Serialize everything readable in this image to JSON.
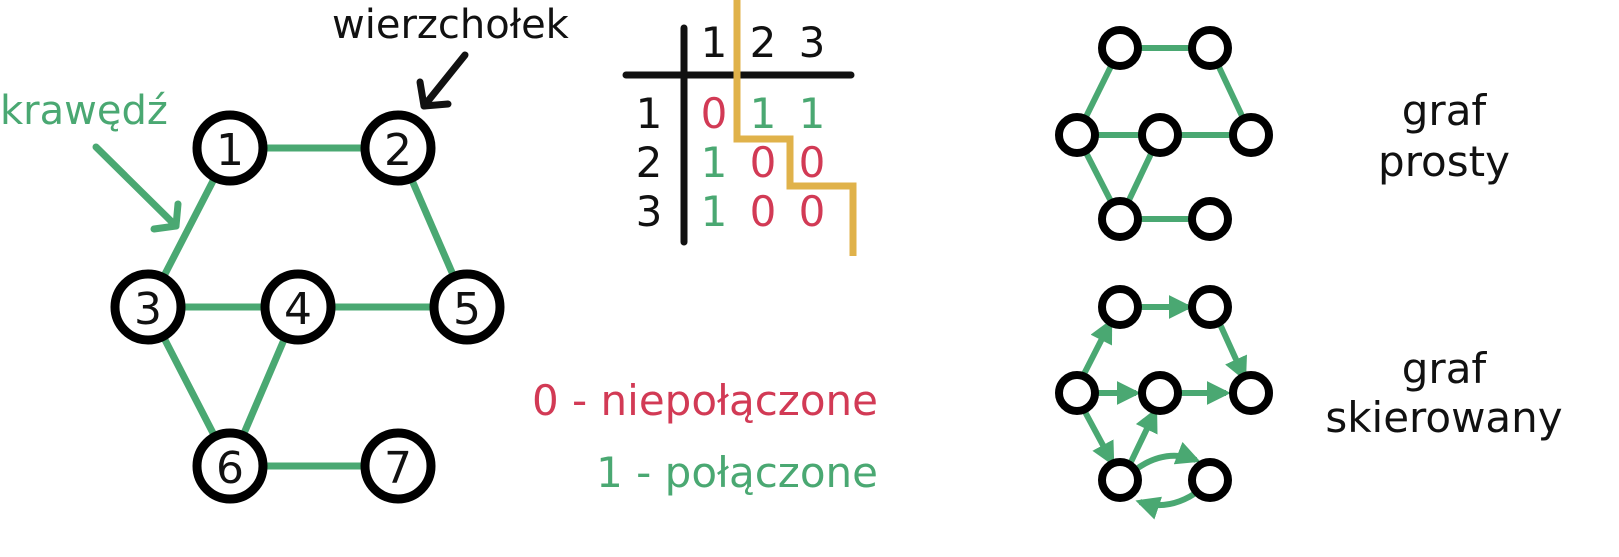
{
  "colors": {
    "edge": "#4aa872",
    "node_stroke": "#000000",
    "zero": "#d23a55",
    "one": "#4aa872",
    "diagonal": "#e0b24a",
    "text": "#111111"
  },
  "main_graph": {
    "vertex_label": "wierzchołek",
    "edge_label": "krawędź",
    "nodes": [
      "1",
      "2",
      "3",
      "4",
      "5",
      "6",
      "7"
    ],
    "edges": [
      [
        "1",
        "2"
      ],
      [
        "1",
        "3"
      ],
      [
        "2",
        "5"
      ],
      [
        "3",
        "4"
      ],
      [
        "4",
        "5"
      ],
      [
        "3",
        "6"
      ],
      [
        "4",
        "6"
      ],
      [
        "6",
        "7"
      ]
    ]
  },
  "matrix": {
    "col_headers": [
      "1",
      "2",
      "3"
    ],
    "row_headers": [
      "1",
      "2",
      "3"
    ],
    "cells": [
      [
        "0",
        "1",
        "1"
      ],
      [
        "1",
        "0",
        "0"
      ],
      [
        "1",
        "0",
        "0"
      ]
    ]
  },
  "legend": {
    "zero": "0 - niepołączone",
    "one": "1 - połączone"
  },
  "simple_graph": {
    "label_line1": "graf",
    "label_line2": "prosty"
  },
  "directed_graph": {
    "label_line1": "graf",
    "label_line2": "skierowany"
  }
}
